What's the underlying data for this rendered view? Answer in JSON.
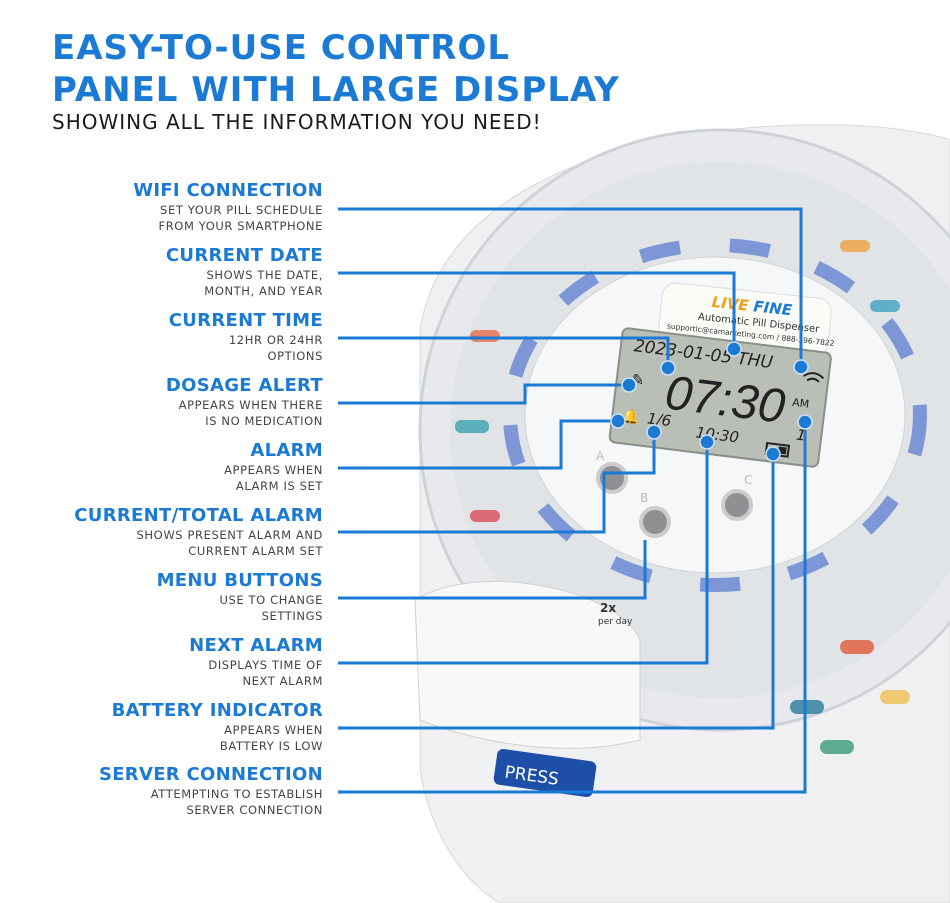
{
  "headline": {
    "line1": "EASY-TO-USE CONTROL",
    "line2": "PANEL WITH LARGE DISPLAY",
    "line3": "SHOWING ALL THE INFORMATION YOU NEED!"
  },
  "callouts": [
    {
      "title": "WIFI CONNECTION",
      "desc1": "SET YOUR PILL SCHEDULE",
      "desc2": "FROM YOUR SMARTPHONE"
    },
    {
      "title": "CURRENT DATE",
      "desc1": "SHOWS THE DATE,",
      "desc2": "MONTH, AND YEAR"
    },
    {
      "title": "CURRENT TIME",
      "desc1": "12HR OR 24HR",
      "desc2": "OPTIONS"
    },
    {
      "title": "DOSAGE ALERT",
      "desc1": "APPEARS WHEN THERE",
      "desc2": "IS NO MEDICATION"
    },
    {
      "title": "ALARM",
      "desc1": "APPEARS WHEN",
      "desc2": "ALARM IS SET"
    },
    {
      "title": "CURRENT/TOTAL ALARM",
      "desc1": "SHOWS PRESENT ALARM AND",
      "desc2": "CURRENT ALARM SET"
    },
    {
      "title": "MENU BUTTONS",
      "desc1": "USE TO CHANGE",
      "desc2": "SETTINGS"
    },
    {
      "title": "NEXT ALARM",
      "desc1": "DISPLAYS TIME OF",
      "desc2": "NEXT ALARM"
    },
    {
      "title": "BATTERY INDICATOR",
      "desc1": "APPEARS WHEN",
      "desc2": "BATTERY IS LOW"
    },
    {
      "title": "SERVER CONNECTION",
      "desc1": "ATTEMPTING TO ESTABLISH",
      "desc2": "SERVER CONNECTION"
    }
  ],
  "device": {
    "brand_live": "LIVE",
    "brand_fine": "FINE",
    "product": "Automatic Pill Dispenser",
    "support": "supportlc@camarketing.com / 888-396-7822",
    "date": "2023-01-05 THU",
    "time": "07:30",
    "ampm": "AM",
    "alarm_count": "1/6",
    "next_alarm": "10:30",
    "server": "1",
    "buttons": [
      "A",
      "B",
      "C"
    ],
    "press": "PRESS",
    "dose_label": "2x",
    "dose_sub": "per day"
  },
  "colors": {
    "accent": "#1a7ad4",
    "lcd": "#b9bfb6"
  }
}
